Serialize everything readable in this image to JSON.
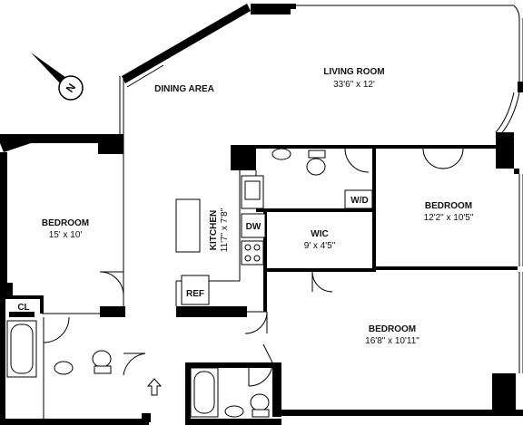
{
  "rooms": {
    "living": {
      "name": "LIVING ROOM",
      "size": "33'6\" x 12'"
    },
    "dining": {
      "name": "DINING AREA"
    },
    "bedroom_left": {
      "name": "BEDROOM",
      "size": "15' x 10'"
    },
    "bedroom_right": {
      "name": "BEDROOM",
      "size": "12'2\" x 10'5\""
    },
    "bedroom_bottom": {
      "name": "BEDROOM",
      "size": "16'8\" x 10'11\""
    },
    "kitchen": {
      "name": "KITCHEN",
      "size": "11'7\" x 7'8\""
    },
    "wic": {
      "name": "WIC",
      "size": "9' x 4'5\""
    }
  },
  "fixtures": {
    "cl": "CL",
    "wd": "W/D",
    "dw": "DW",
    "ref": "REF"
  },
  "compass": {
    "letter": "N"
  },
  "icons": [
    "north-arrow-icon",
    "entry-arrow-icon",
    "bathtub-icon",
    "toilet-icon",
    "sink-icon",
    "stove-icon"
  ]
}
